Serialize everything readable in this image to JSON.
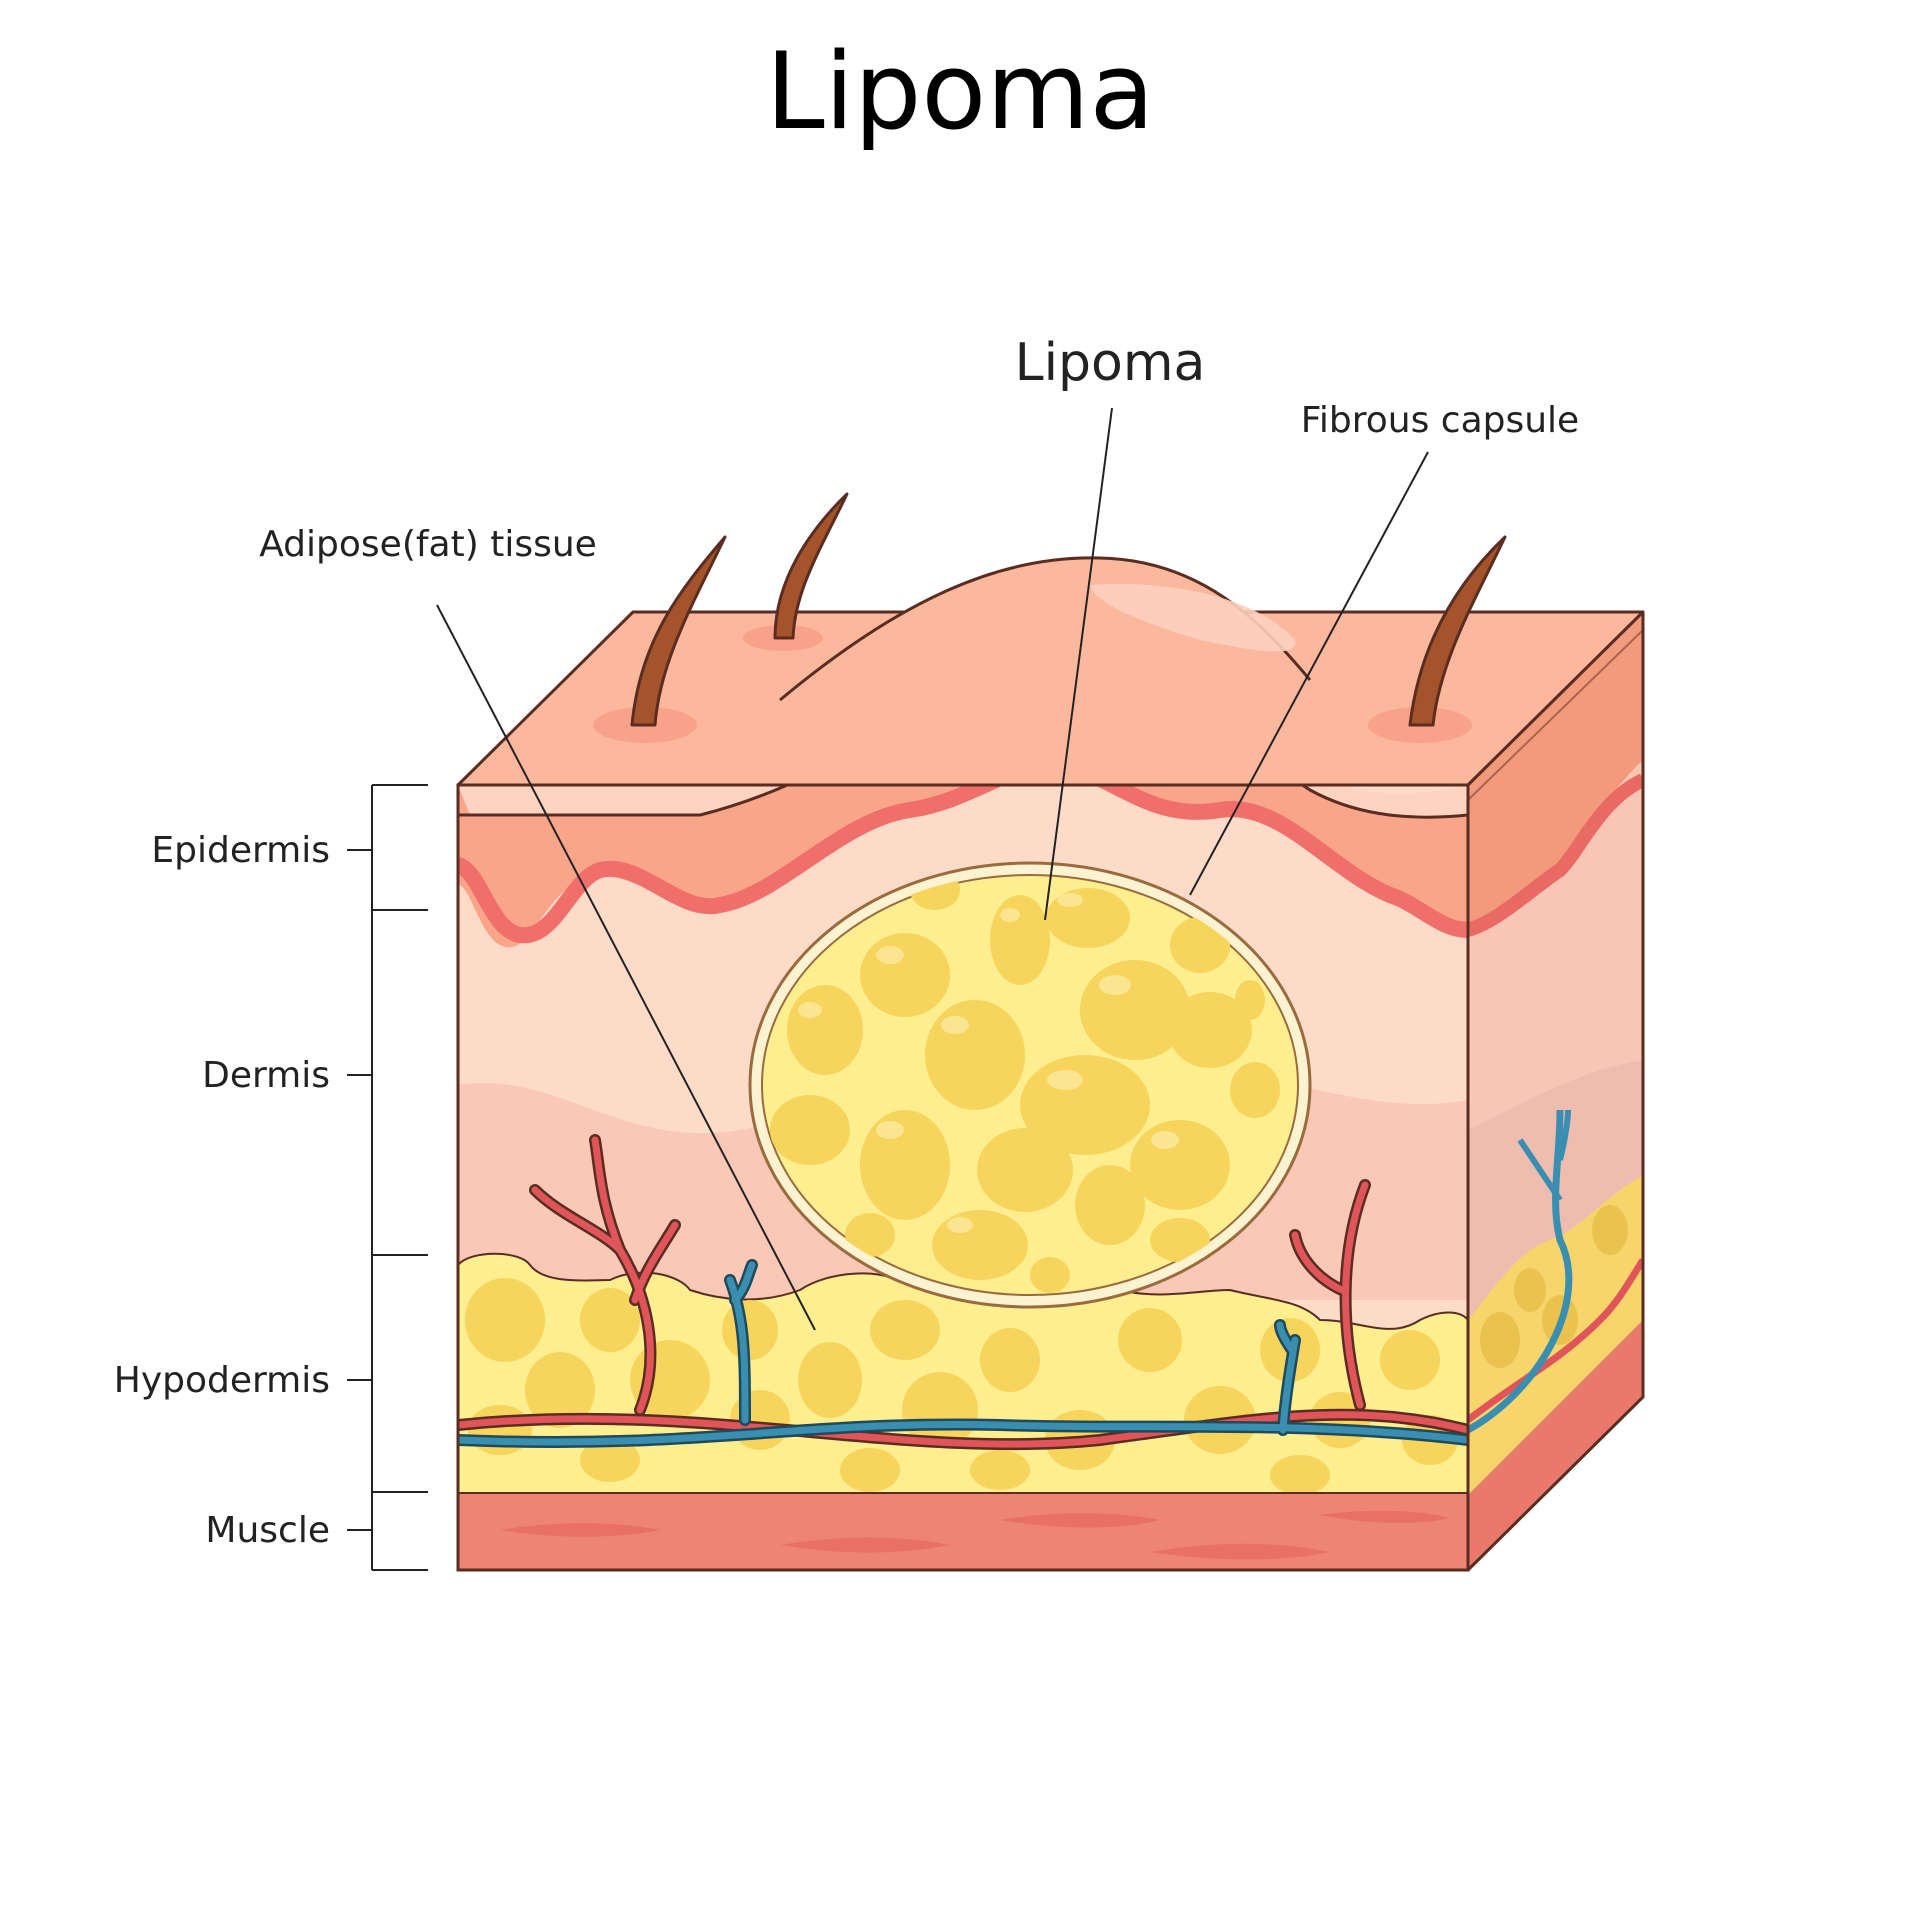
{
  "title": "Lipoma",
  "labels": {
    "lipoma": "Lipoma",
    "fibrous_capsule": "Fibrous capsule",
    "adipose": "Adipose(fat) tissue",
    "epidermis": "Epidermis",
    "dermis": "Dermis",
    "hypodermis": "Hypodermis",
    "muscle": "Muscle"
  },
  "colors": {
    "epidermis": "#f9a58a",
    "dermis": "#fcd9c8",
    "fat_cell": "#f7d45c",
    "fat_bg": "#fdee8f",
    "muscle": "#ee8473",
    "artery": "#e0555a",
    "vein": "#3a8fb0",
    "outline": "#5a2d22"
  },
  "icons": [
    "hair-icon",
    "blood-vessel-icon",
    "fat-cell-icon"
  ]
}
